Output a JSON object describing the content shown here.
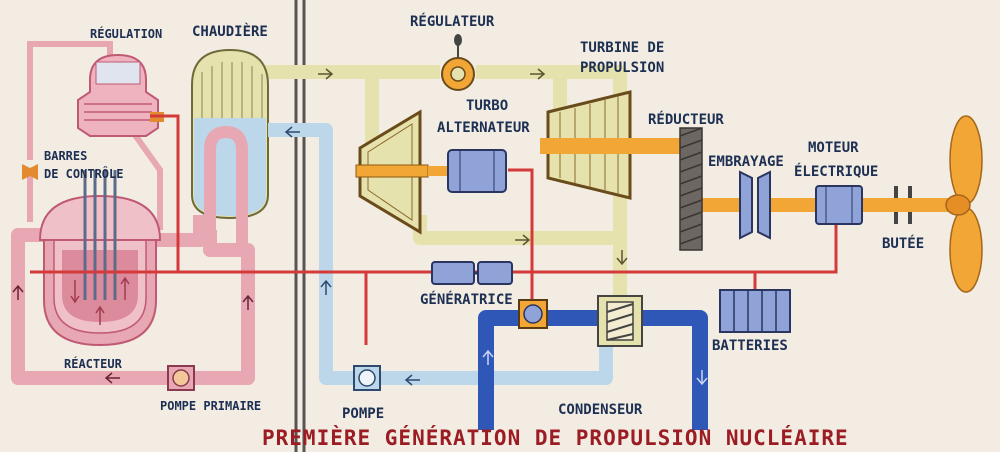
{
  "title": "PREMIÈRE GÉNÉRATION DE PROPULSION NUCLÉAIRE",
  "labels": {
    "regulation": "RÉGULATION",
    "chaudiere": "CHAUDIÈRE",
    "regulateur": "RÉGULATEUR",
    "turbine_line1": "TURBINE DE",
    "turbine_line2": "PROPULSION",
    "turbo_line1": "TURBO",
    "turbo_line2": "ALTERNATEUR",
    "reducteur": "RÉDUCTEUR",
    "embrayage": "EMBRAYAGE",
    "moteur_line1": "MOTEUR",
    "moteur_line2": "ÉLECTRIQUE",
    "barres_line1": "BARRES",
    "barres_line2": "DE CONTRÔLE",
    "butee": "BUTÉE",
    "generatrice": "GÉNÉRATRICE",
    "batteries": "BATTERIES",
    "reacteur": "RÉACTEUR",
    "pompe_primaire": "POMPE PRIMAIRE",
    "pompe": "POMPE",
    "condenseur": "CONDENSEUR"
  },
  "colors": {
    "primary_loop": "#e7a7b3",
    "steam": "#e6e2ad",
    "feedwater": "#bcd6ea",
    "seawater": "#2f57b8",
    "shaft": "#f1a636",
    "electric": "#d43a3a",
    "component": "#8fa3d8",
    "title": "#9b1c22"
  }
}
